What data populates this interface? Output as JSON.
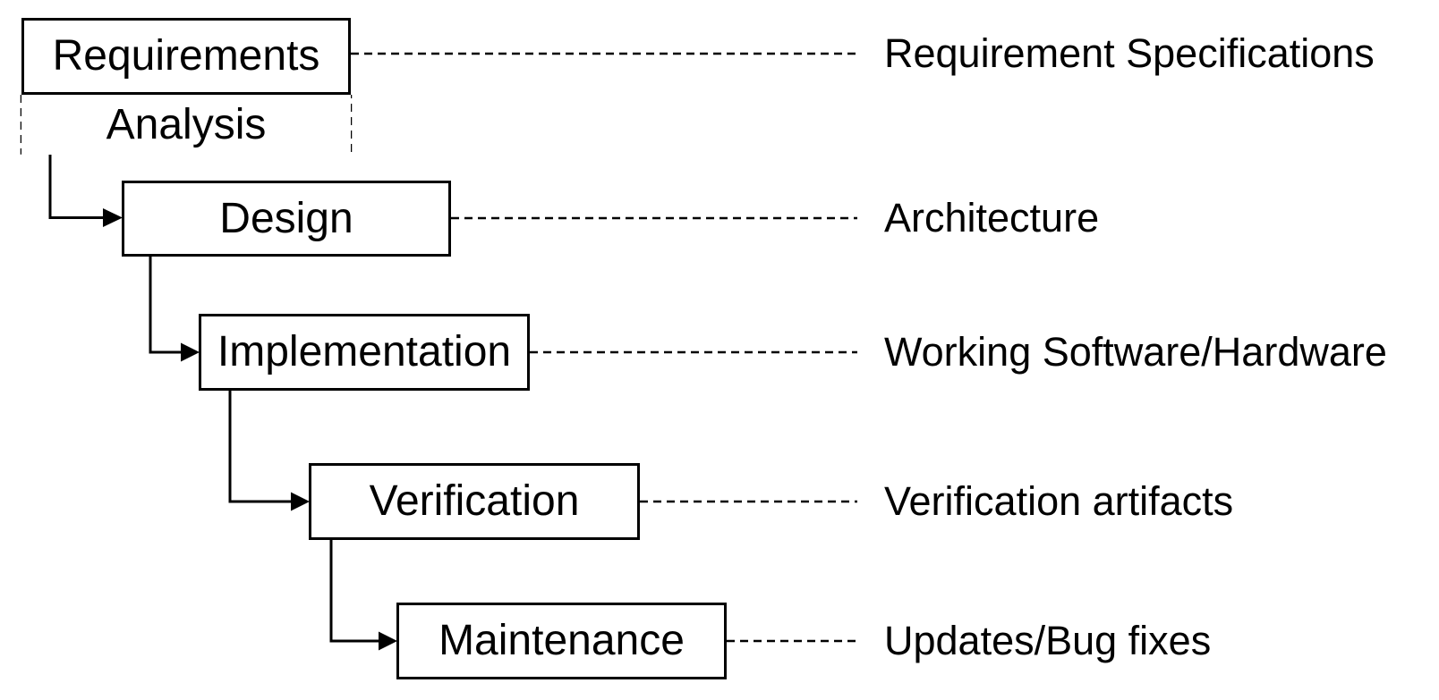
{
  "diagram": {
    "type": "waterfall-model-flowchart",
    "background_color": "#ffffff",
    "line_color": "#000000",
    "text_color": "#000000",
    "stages": [
      {
        "label": "Requirements",
        "border": "solid",
        "artifact": "Requirement Specifications"
      },
      {
        "label": "Analysis",
        "border": "dashed",
        "artifact": ""
      },
      {
        "label": "Design",
        "border": "solid",
        "artifact": "Architecture"
      },
      {
        "label": "Implementation",
        "border": "solid",
        "artifact": "Working Software/Hardware"
      },
      {
        "label": "Verification",
        "border": "solid",
        "artifact": "Verification artifacts"
      },
      {
        "label": "Maintenance",
        "border": "solid",
        "artifact": "Updates/Bug fixes"
      }
    ],
    "connections": [
      {
        "from": "Analysis",
        "to": "Design"
      },
      {
        "from": "Design",
        "to": "Implementation"
      },
      {
        "from": "Implementation",
        "to": "Verification"
      },
      {
        "from": "Verification",
        "to": "Maintenance"
      }
    ]
  }
}
